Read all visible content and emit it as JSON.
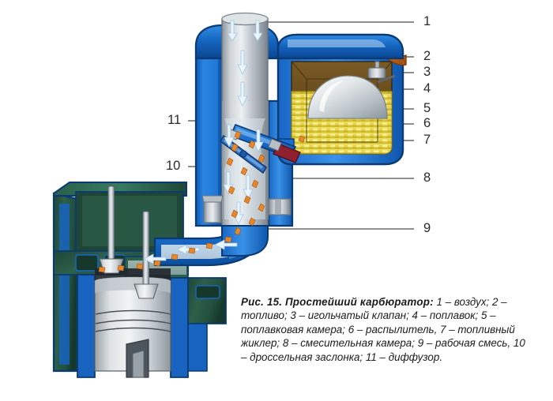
{
  "figure": {
    "background_color": "#ffffff",
    "caption_label": "Рис. 15.",
    "caption_title": "Простейший карбюратор:",
    "caption_body": " 1 – воз­дух; 2 – топливо; 3 – игольчатый клапан; 4 – попла­вок; 5 – поплавковая камера; 6 – распылитель, 7 – топливный жиклер; 8 – смесительная камера; 9 – рабочая смесь, 10 – дроссельная заслонка; 11 – диффузор."
  },
  "callouts": [
    {
      "number": "1",
      "term": "воздух",
      "side": "right"
    },
    {
      "number": "2",
      "term": "топливо",
      "side": "right"
    },
    {
      "number": "3",
      "term": "игольчатый клапан",
      "side": "right"
    },
    {
      "number": "4",
      "term": "поплавок",
      "side": "right"
    },
    {
      "number": "5",
      "term": "поплавковая камера",
      "side": "right"
    },
    {
      "number": "6",
      "term": "распылитель",
      "side": "right"
    },
    {
      "number": "7",
      "term": "топливный жиклер",
      "side": "right"
    },
    {
      "number": "8",
      "term": "смесительная камера",
      "side": "right"
    },
    {
      "number": "9",
      "term": "рабочая смесь",
      "side": "right"
    },
    {
      "number": "10",
      "term": "дроссельная заслонка",
      "side": "left"
    },
    {
      "number": "11",
      "term": "диффузор",
      "side": "left"
    }
  ],
  "colors": {
    "body_blue": "#1b6fd4",
    "body_blue_dark": "#0d4f9e",
    "body_blue_light": "#4a9ae8",
    "fuel_yellow": "#e8d94a",
    "fuel_yellow_dark": "#c9b22a",
    "metal_silver": "#c8cdd2",
    "metal_silver_dark": "#8e969e",
    "engine_green": "#23503f",
    "engine_green_light": "#36705a",
    "fuel_orange": "#e8862a",
    "jet_red": "#8e2030",
    "leader_line": "#4a4a4a",
    "outline": "#0a3a73"
  },
  "scene": {
    "air_inlet_label": "air-intake-top",
    "air_arrow_count": 9,
    "fuel_droplet_count": 22,
    "throttle_state": "partially-open",
    "float_state": "floating"
  }
}
